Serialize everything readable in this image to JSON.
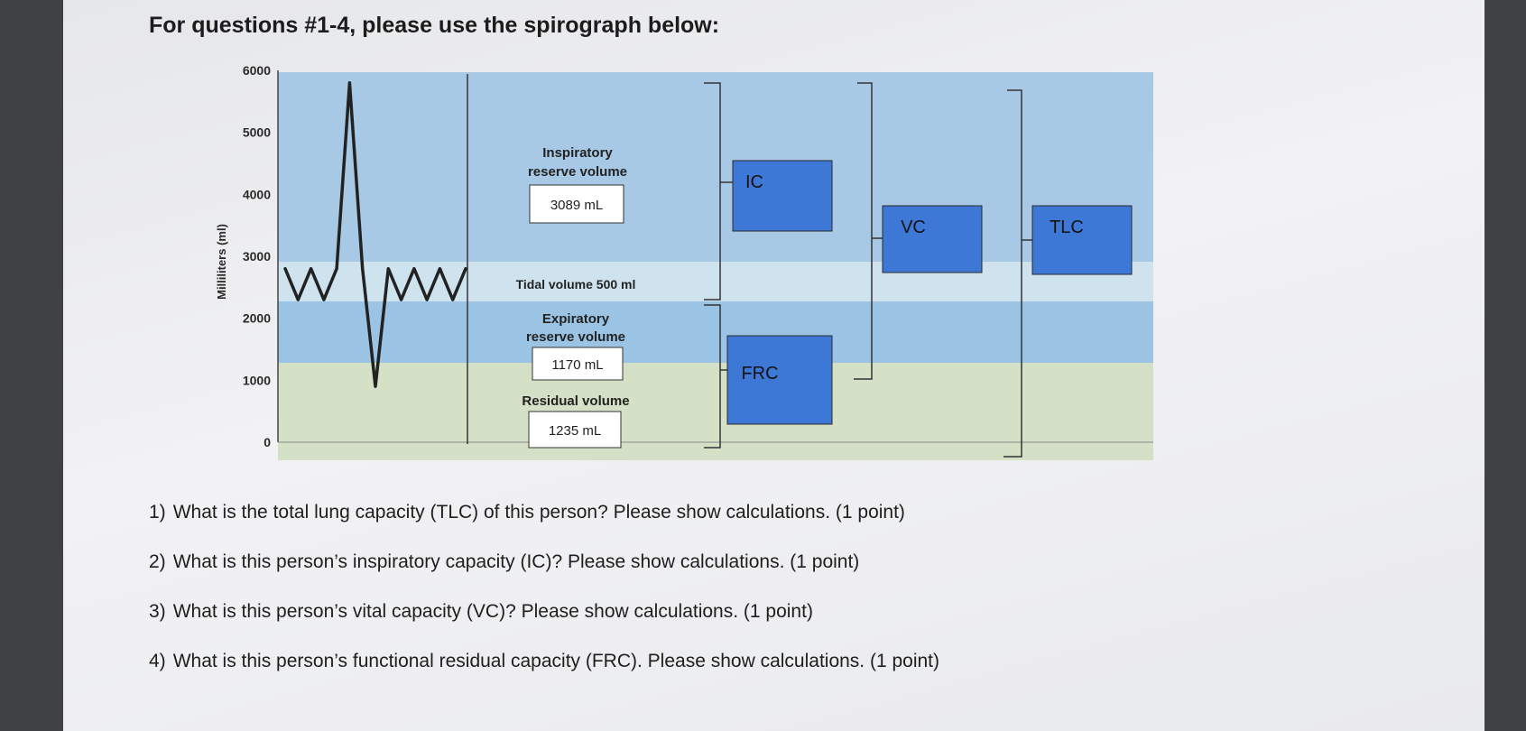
{
  "page": {
    "title": "For questions #1-4, please use the spirograph below:"
  },
  "diagram": {
    "y_axis": {
      "label": "Milliliters (ml)",
      "ticks": [
        "6000",
        "5000",
        "4000",
        "3000",
        "2000",
        "1000",
        "0"
      ],
      "range": [
        0,
        6000
      ]
    },
    "zones": {
      "inspiratory_reserve": {
        "label_line1": "Inspiratory",
        "label_line2": "reserve volume",
        "value": "3089 mL",
        "color": "#a7c9e6"
      },
      "tidal": {
        "label": "Tidal volume 500 ml",
        "color": "#cfe3ee"
      },
      "expiratory_reserve": {
        "label_line1": "Expiratory",
        "label_line2": "reserve volume",
        "value": "1170 mL",
        "color": "#9bc4e4"
      },
      "residual": {
        "label": "Residual volume",
        "value": "1235 mL",
        "color": "#d5e1c6"
      }
    },
    "capacities": {
      "ic": "IC",
      "frc": "FRC",
      "vc": "VC",
      "tlc": "TLC"
    },
    "colors": {
      "capacity_box": "#3e78d6",
      "trace": "#222222"
    },
    "trace_ml": [
      2800,
      2300,
      2800,
      2300,
      2800,
      5800,
      2800,
      900,
      2800,
      2300,
      2800,
      2300,
      2800,
      2300,
      2800
    ]
  },
  "questions": [
    {
      "num": "1)",
      "text": "What is the total lung capacity (TLC) of this person? Please show calculations. (1 point)"
    },
    {
      "num": "2)",
      "text": "What is this person’s inspiratory capacity (IC)? Please show calculations. (1 point)"
    },
    {
      "num": "3)",
      "text": "What is this person’s vital capacity (VC)? Please show calculations. (1 point)"
    },
    {
      "num": "4)",
      "text": "What is this person’s functional residual capacity (FRC). Please show calculations. (1 point)"
    }
  ]
}
